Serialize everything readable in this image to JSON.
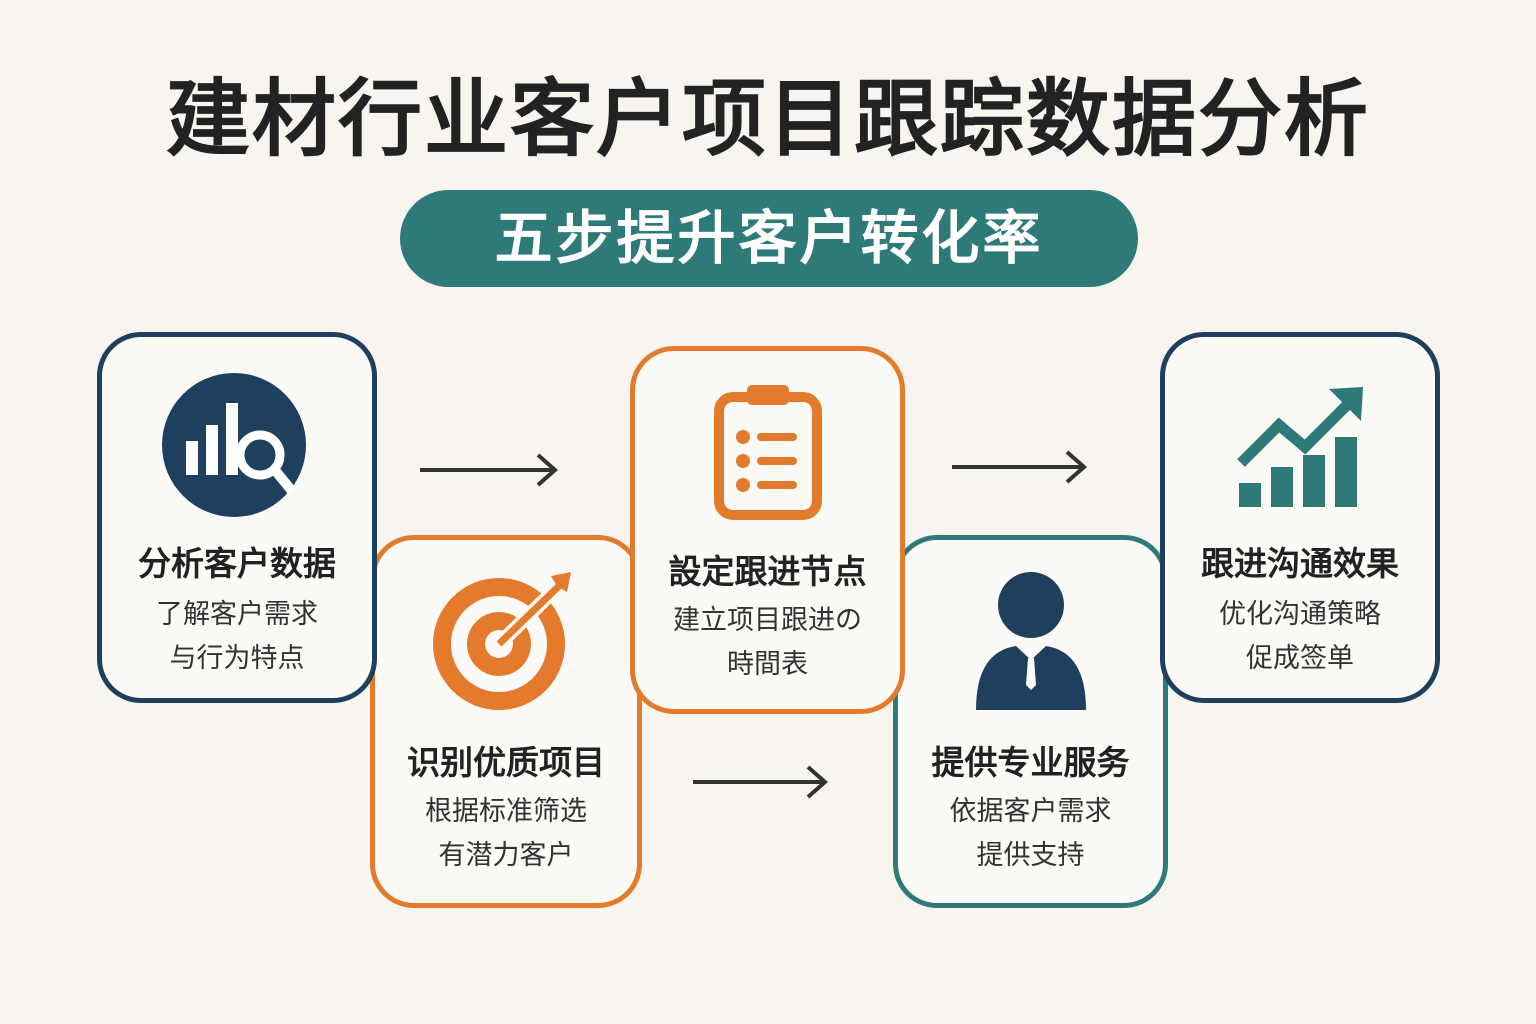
{
  "title": "建材行业客户项目跟踪数据分析",
  "subtitle": "五步提升客户转化率",
  "colors": {
    "navy": "#1f3f5e",
    "orange": "#e47b2c",
    "teal": "#2e7a78",
    "background": "#f8f5f0"
  },
  "steps": [
    {
      "icon": "chart-search-icon",
      "title": "分析客户数据",
      "desc": [
        "了解客户需求",
        "与行为特点"
      ]
    },
    {
      "icon": "target-icon",
      "title": "识别优质项目",
      "desc": [
        "根据标准筛选",
        "有潜力客户"
      ]
    },
    {
      "icon": "clipboard-list-icon",
      "title": "設定跟进节点",
      "desc": [
        "建立项目跟进の",
        "時間表"
      ]
    },
    {
      "icon": "businessman-icon",
      "title": "提供专业服务",
      "desc": [
        "依据客户需求",
        "提供支持"
      ]
    },
    {
      "icon": "growth-chart-icon",
      "title": "跟进沟通效果",
      "desc": [
        "优化沟通策略",
        "促成签单"
      ]
    }
  ]
}
